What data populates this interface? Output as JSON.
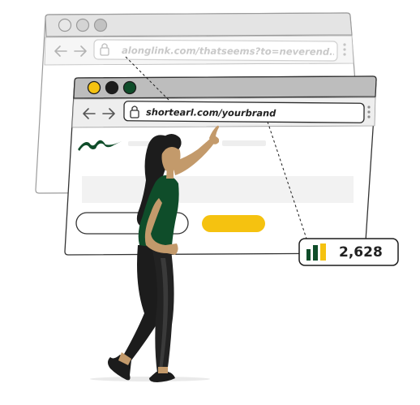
{
  "back_browser": {
    "url": "alonglink.com/thatseems?to=neverend...",
    "traffic_light_colors": [
      "#e7e7e7",
      "#d8d8d8",
      "#c8c8c8"
    ]
  },
  "front_browser": {
    "url": "shortearl.com/yourbrand",
    "traffic_light_colors": [
      "#f5c210",
      "#1c1c1c",
      "#0f4d2a"
    ]
  },
  "counter": {
    "value": "2,628",
    "bar_colors": [
      "#0f4d2a",
      "#0f4d2a",
      "#f5c210"
    ]
  },
  "colors": {
    "accent_yellow": "#f5c210",
    "brand_green": "#0f4d2a",
    "ink": "#1c1c1c"
  },
  "icons": {
    "back": "arrow-left-icon",
    "forward": "arrow-right-icon",
    "lock": "lock-icon",
    "counter": "bar-chart-icon"
  }
}
